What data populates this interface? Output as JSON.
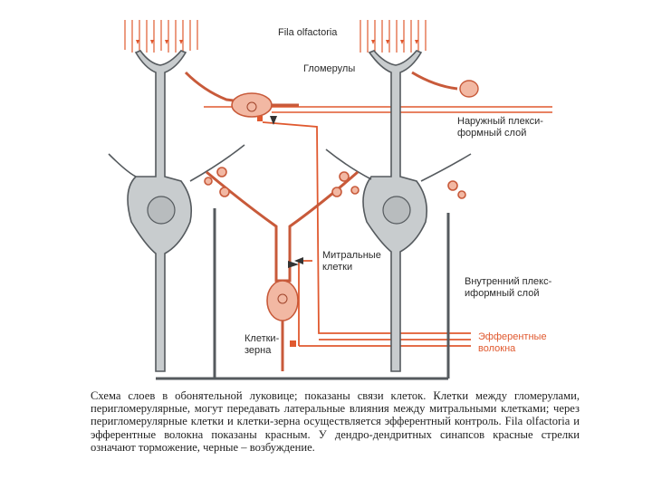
{
  "labels": {
    "fila": "Fila olfactoria",
    "glomeruli": "Гломерулы",
    "outer_layer": "Наружный плекси-\nформный слой",
    "mitral": "Митральные\nклетки",
    "inner_layer": "Внутренний плекс-\nиформный слой",
    "efferent": "Эфферентные\nволокна",
    "granule": "Клетки-\nзерна"
  },
  "caption": "Схема слоев в обонятельной луковице; показаны связи клеток. Клетки между гломерулами, перигломерулярные, могут передавать латеральные влияния между митральными клетками; через перигломерулярные клетки и клетки-зерна осуществляется эфферентный контроль. Fila olfactoria и эфферентные волокна показаны красным. У дендро-дендритных синапсов красные стрелки означают торможение, черные – возбуждение.",
  "colors": {
    "mitral_fill": "#c8ccce",
    "neuron_outline": "#555a5e",
    "efferent": "#e0592f",
    "red_fill": "#f2b8a3"
  }
}
